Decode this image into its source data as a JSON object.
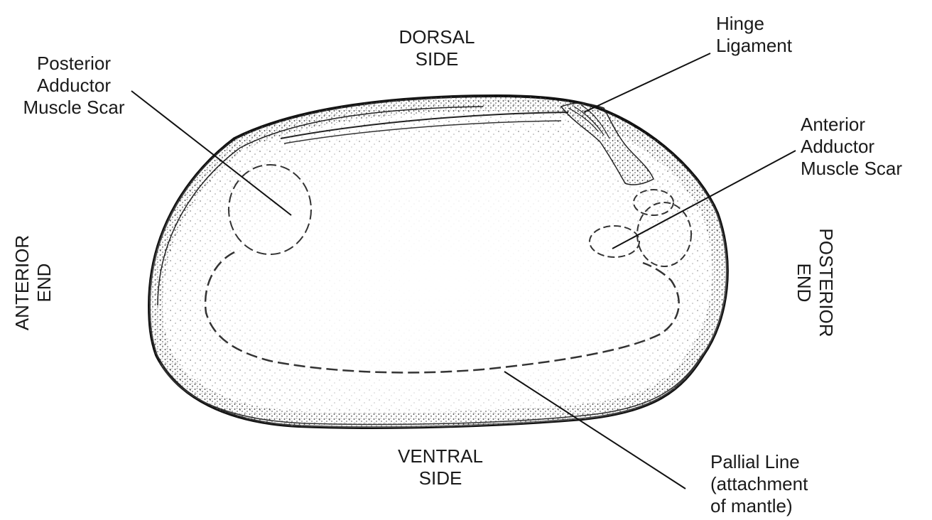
{
  "labels": {
    "dorsal": [
      "DORSAL",
      "SIDE"
    ],
    "ventral": [
      "VENTRAL",
      "SIDE"
    ],
    "anterior_end": [
      "ANTERIOR",
      "END"
    ],
    "posterior_end": [
      "POSTERIOR",
      "END"
    ],
    "hinge": [
      "Hinge",
      "Ligament"
    ],
    "posterior_adductor": [
      "Posterior",
      "Adductor",
      "Muscle Scar"
    ],
    "anterior_adductor": [
      "Anterior",
      "Adductor",
      "Muscle Scar"
    ],
    "pallial_line": [
      "Pallial Line",
      "(attachment",
      "of mantle)"
    ]
  }
}
